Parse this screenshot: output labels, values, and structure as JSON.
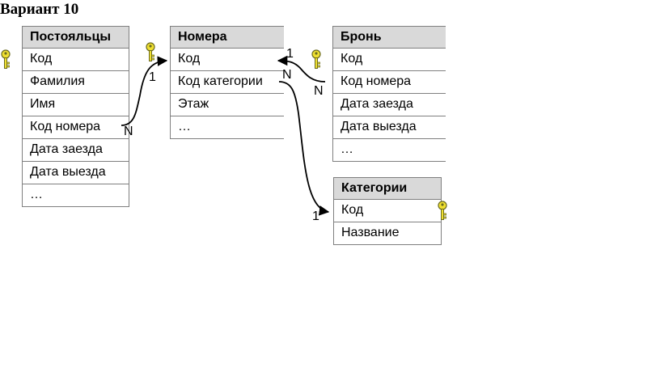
{
  "heading": "Вариант 10",
  "tables": {
    "guests": {
      "name": "Постояльцы",
      "fields": [
        "Код",
        "Фамилия",
        "Имя",
        "Код номера",
        "Дата заезда",
        "Дата выезда",
        "…"
      ]
    },
    "rooms": {
      "name": "Номера",
      "fields": [
        "Код",
        "Код категории",
        "Этаж",
        "…"
      ]
    },
    "booking": {
      "name": "Бронь",
      "fields": [
        "Код",
        "Код номера",
        "Дата заезда",
        "Дата выезда",
        "…"
      ]
    },
    "categories": {
      "name": "Категории",
      "fields": [
        "Код",
        "Название"
      ]
    }
  },
  "relations": {
    "guests_rooms": {
      "many": "N",
      "one": "1"
    },
    "booking_rooms": {
      "many": "N",
      "one": "1"
    },
    "rooms_categories": {
      "many": "N",
      "one": "1"
    }
  },
  "colors": {
    "header_fill": "#d9d9d9",
    "border": "#7f7f7f",
    "key_icon": "#f0e030"
  }
}
